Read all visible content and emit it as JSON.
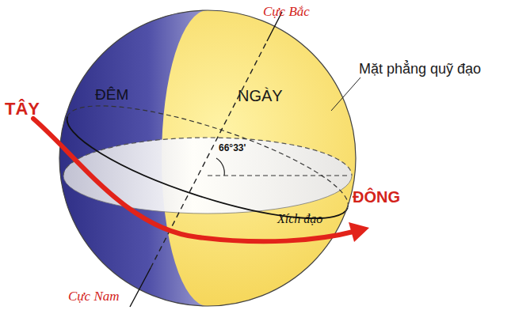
{
  "diagram": {
    "labels": [
      "Cực Bắc",
      "ĐÊM",
      "NGÀY",
      "TÂY",
      "Mặt phẳng quỹ đạo",
      "66°33'",
      "ĐÔNG",
      "Xích đạo",
      "Cực Nam"
    ]
  }
}
